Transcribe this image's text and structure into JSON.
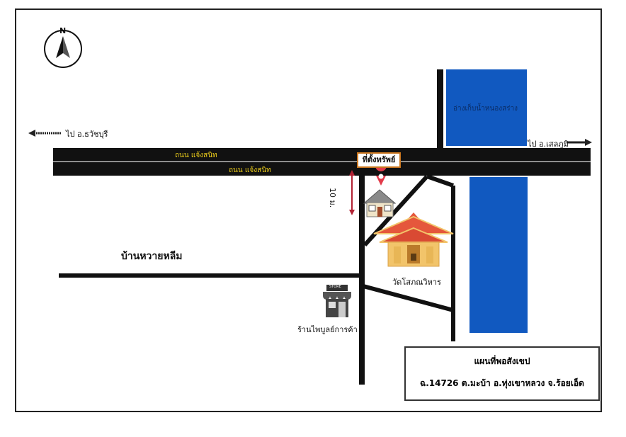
{
  "map": {
    "north_label": "N",
    "road_label_top": "ถนน แจ้งสนิท",
    "road_label_bottom": "ถนน แจ้งสนิท",
    "direction_west": "ไป อ.ธวัชบุรี",
    "direction_east": "ไป อ.เสลภูมิ",
    "reservoir_label": "อ่างเก็บน้ำหนองสร่าง",
    "property_marker": "ที่ตั้งทรัพย์",
    "distance_label": "10 ม.",
    "village_label": "บ้านหวายหลีม",
    "temple_label": "วัดโสภณวิหาร",
    "shop_label": "ร้านไพบูลย์การค้า",
    "store_sign": "STORE",
    "legend_title": "แผนที่พอสังเขป",
    "legend_location": "ฉ.14726 ต.มะบ้า อ.ทุ่งเขาหลวง จ.ร้อยเอ็ด",
    "colors": {
      "water": "#1159c0",
      "road": "#111111",
      "road_label": "#f2d21b",
      "marker_border": "#c9761f",
      "pin": "#e23b4a",
      "distance_arrow": "#b22234",
      "temple_roof": "#e5573c",
      "temple_body": "#f2c46a"
    },
    "icons": [
      "compass-north-icon",
      "location-pin-icon",
      "house-icon",
      "temple-icon",
      "store-icon",
      "arrow-left-icon",
      "arrow-right-icon"
    ]
  }
}
